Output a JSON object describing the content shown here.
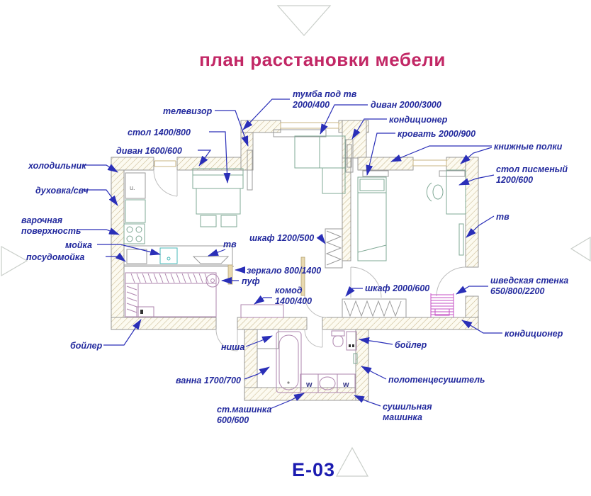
{
  "title": "план расстановки мебели",
  "sheet_code": "E-03",
  "colors": {
    "label_blue": "#232a9e",
    "arrow_blue": "#2a2fb8",
    "title_pink": "#c22765",
    "sheet_blue": "#1b1bb0",
    "wall_hatch_tan": "#c9b98f",
    "furniture_green": "#7fa895",
    "furniture_purple": "#ae85ae",
    "accent_magenta": "#c44fc4",
    "sink_teal": "#49b8b8"
  },
  "labels": {
    "kholodilnik": "холодильник",
    "dukhovka_svch": "духовка/свч",
    "varochnaya_l1": "варочная",
    "varochnaya_l2": "поверхность",
    "moyka": "мойка",
    "posudomoyka": "посудомойка",
    "boyler_left": "бойлер",
    "televizor": "телевизор",
    "stol_1400_800": "стол 1400/800",
    "divan_1600_600": "диван 1600/600",
    "tumba_l1": "тумба под тв",
    "tumba_l2": "2000/400",
    "divan_2000_3000": "диван 2000/3000",
    "konditsioner_top": "кондиционер",
    "krovat_2000_900": "кровать 2000/900",
    "knizhnye_polki": "книжные полки",
    "stol_pismeny_l1": "стол писменый",
    "stol_pismeny_l2": "1200/600",
    "tv_bedroom": "тв",
    "shkaf_1200_500": "шкаф 1200/500",
    "zerkalo_800_1400": "зеркало 800/1400",
    "puf": "пуф",
    "tv_hall": "тв",
    "komod_l1": "комод",
    "komod_l2": "1400/400",
    "shkaf_2000_600": "шкаф 2000/600",
    "shvedskaya_l1": "шведская стенка",
    "shvedskaya_l2": "650/800/2200",
    "konditsioner_bottom": "кондиционер",
    "nisha": "ниша",
    "vanna_1700_700": "ванна 1700/700",
    "st_mashinka_l1": "ст.машинка",
    "st_mashinka_l2": "600/600",
    "boyler_bath": "бойлер",
    "polotentsesushitel": "полотенцесушитель",
    "sushilnaya_l1": "сушильная",
    "sushilnaya_l2": "машинка",
    "washer_mark_left": "w",
    "washer_mark_right": "w",
    "fridge_mark": "u."
  }
}
